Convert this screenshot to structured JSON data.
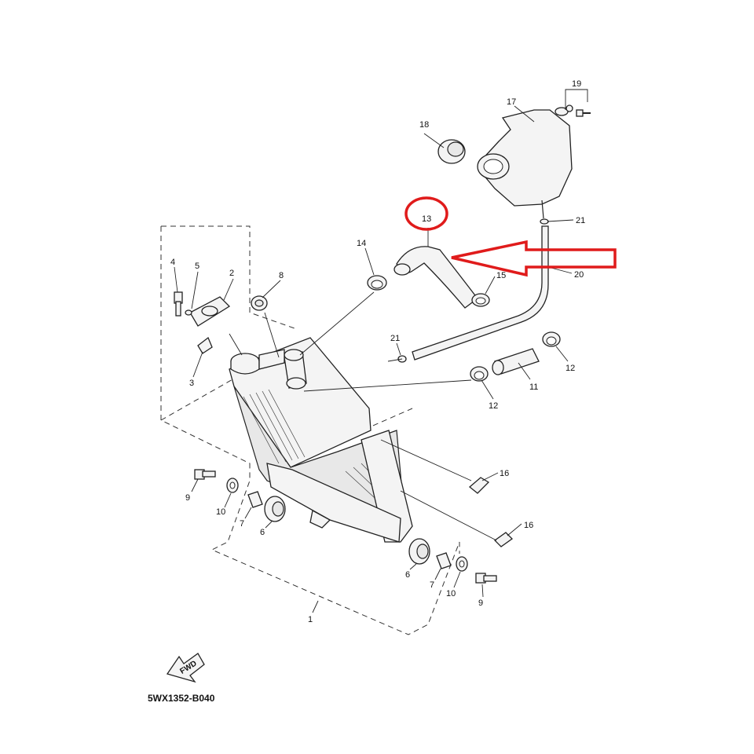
{
  "diagram_code": "5WX1352-B040",
  "fwd_label": "FWD",
  "highlight": {
    "color": "#e01b1b",
    "target_part": "13"
  },
  "callouts": {
    "p1": "1",
    "p2": "2",
    "p3": "3",
    "p4": "4",
    "p5": "5",
    "p6a": "6",
    "p6b": "6",
    "p7a": "7",
    "p7b": "7",
    "p8": "8",
    "p9a": "9",
    "p9b": "9",
    "p10a": "10",
    "p10b": "10",
    "p11": "11",
    "p12a": "12",
    "p12b": "12",
    "p13": "13",
    "p14": "14",
    "p15": "15",
    "p16a": "16",
    "p16b": "16",
    "p17": "17",
    "p18": "18",
    "p19": "19",
    "p20": "20",
    "p21a": "21",
    "p21b": "21"
  }
}
